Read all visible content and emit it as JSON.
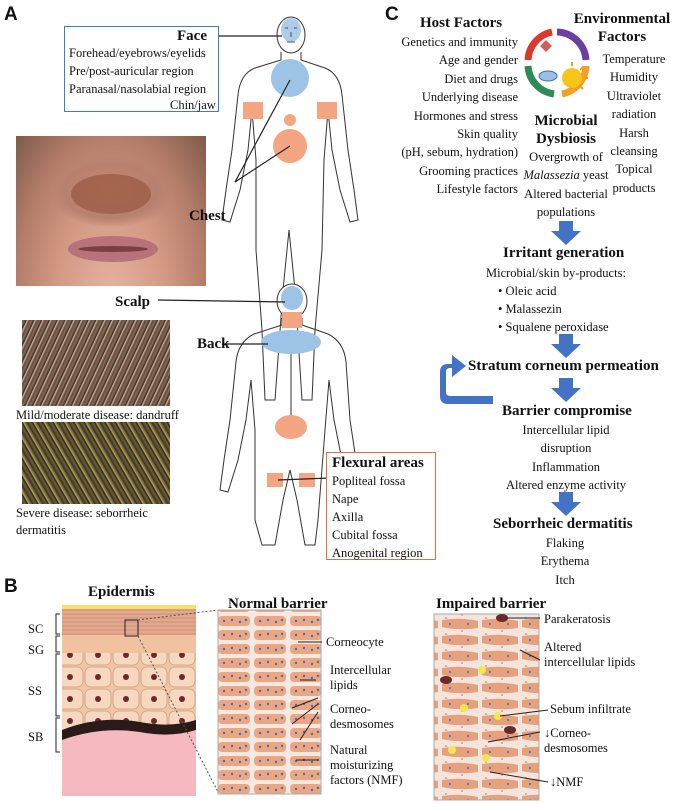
{
  "panels": {
    "a": "A",
    "b": "B",
    "c": "C"
  },
  "face_box": {
    "title": "Face",
    "items": [
      "Forehead/eyebrows/eyelids",
      "Pre/post-auricular region",
      "Paranasal/nasolabial region",
      "Chin/jaw"
    ]
  },
  "chest_label": "Chest",
  "scalp_label": "Scalp",
  "back_label": "Back",
  "flexural_box": {
    "title": "Flexural areas",
    "items": [
      "Popliteal fossa",
      "Nape",
      "Axilla",
      "Cubital fossa",
      "Anogenital region"
    ]
  },
  "photo_captions": {
    "mild": "Mild/moderate disease: dandruff",
    "severe": [
      "Severe disease: seborrheic",
      "dermatitis"
    ]
  },
  "host": {
    "title": "Host Factors",
    "items": [
      "Genetics and immunity",
      "Age and gender",
      "Diet and drugs",
      "Underlying disease",
      "Hormones and stress",
      "Skin quality",
      "(pH, sebum, hydration)",
      "Grooming practices",
      "Lifestyle factors"
    ]
  },
  "env": {
    "title": [
      "Environmental",
      "Factors"
    ],
    "items": [
      "Temperature",
      "Humidity",
      "Ultraviolet",
      "radiation",
      "Harsh",
      "cleansing",
      "Topical",
      "products"
    ]
  },
  "dysbiosis": {
    "title": [
      "Microbial",
      "Dysbiosis"
    ],
    "lines": [
      "Overgrowth of",
      "Malassezia",
      "yeast",
      "Altered bacterial",
      "populations"
    ]
  },
  "irritant": {
    "title": "Irritant generation",
    "sub": "Microbial/skin by-products:",
    "bullets": [
      "Oleic acid",
      "Malassezin",
      "Squalene peroxidase"
    ]
  },
  "permeation": "Stratum corneum permeation",
  "barrier": {
    "title": "Barrier compromise",
    "items": [
      "Intercellular lipid",
      "disruption",
      "Inflammation",
      "Altered enzyme activity"
    ]
  },
  "seb_derm": {
    "title": "Seborrheic dermatitis",
    "items": [
      "Flaking",
      "Erythema",
      "Itch"
    ]
  },
  "panel_b": {
    "epidermis": "Epidermis",
    "layers": [
      "SC",
      "SG",
      "SS",
      "SB"
    ],
    "normal_title": "Normal barrier",
    "normal_labels": [
      "Corneocyte",
      "Intercellular",
      "lipids",
      "Corneo-",
      "desmosomes",
      "Natural",
      "moisturizing",
      "factors (NMF)"
    ],
    "impaired_title": "Impaired barrier",
    "impaired_labels": [
      "Parakeratosis",
      "Altered",
      "intercellular lipids",
      "Sebum infiltrate",
      "↓Corneo-",
      "desmosomes",
      "↓NMF"
    ]
  },
  "colors": {
    "face_box_border": "#3a7fbf",
    "flex_box_border": "#d9733f",
    "arrow_blue": "#4472c4",
    "highlight_blue": "#9dc3e6",
    "highlight_orange": "#f4a582",
    "skin": "#f2c09a",
    "sc_pink": "#e8b4a8"
  }
}
